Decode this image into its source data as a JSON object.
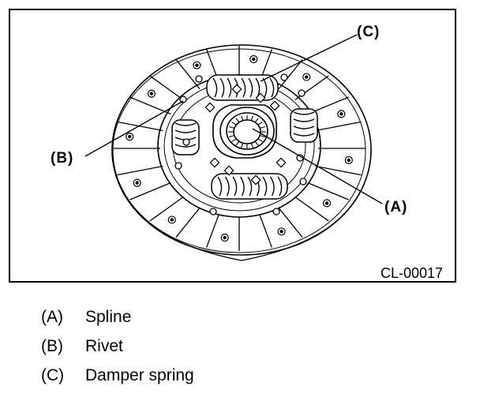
{
  "figure": {
    "id": "CL-00017",
    "callouts": {
      "a": "(A)",
      "b": "(B)",
      "c": "(C)"
    },
    "part_icon": "clutch-disc-icon"
  },
  "legend": [
    {
      "key": "(A)",
      "label": "Spline"
    },
    {
      "key": "(B)",
      "label": "Rivet"
    },
    {
      "key": "(C)",
      "label": "Damper spring"
    }
  ]
}
